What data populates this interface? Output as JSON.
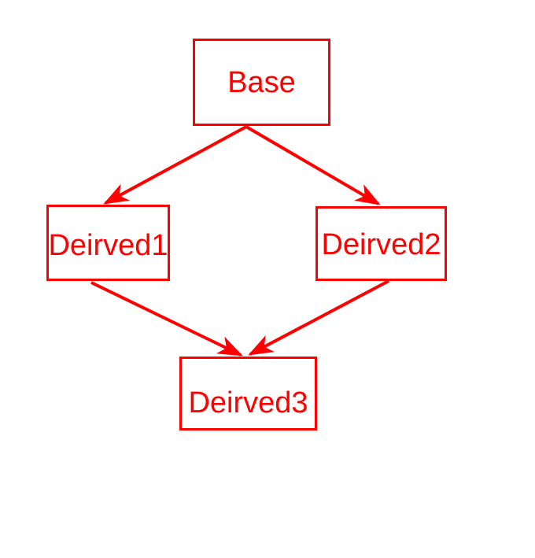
{
  "diagram": {
    "title": "diamond-inheritance-diagram",
    "background_color": "#ffffff",
    "accent_color": "#ff0000",
    "nodes": [
      {
        "id": "base",
        "label": "Base"
      },
      {
        "id": "derived1",
        "label": "Deirved1"
      },
      {
        "id": "derived2",
        "label": "Deirved2"
      },
      {
        "id": "derived3",
        "label": "Deirved3"
      }
    ],
    "edges": [
      {
        "from": "base",
        "to": "derived1",
        "style": "arrow"
      },
      {
        "from": "base",
        "to": "derived2",
        "style": "arrow"
      },
      {
        "from": "derived1",
        "to": "derived3",
        "style": "arrow"
      },
      {
        "from": "derived2",
        "to": "derived3",
        "style": "arrow"
      }
    ]
  }
}
